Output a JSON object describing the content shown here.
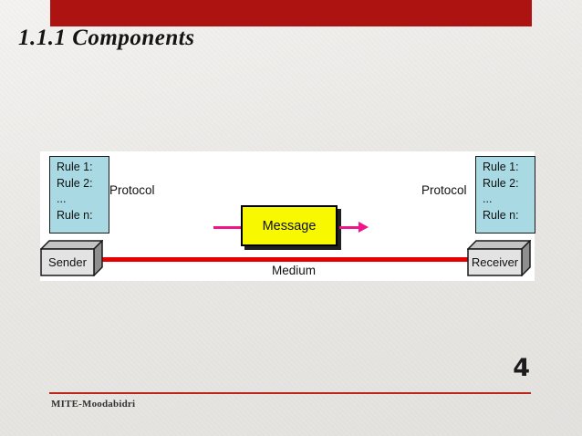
{
  "slide": {
    "title": "1.1.1 Components",
    "page_number": "4",
    "footer_text": "MITE-Moodabidri"
  },
  "diagram": {
    "protocol_left": "Protocol",
    "protocol_right": "Protocol",
    "rules": [
      "Rule 1:",
      "Rule 2:",
      "...",
      "Rule n:"
    ],
    "sender_label": "Sender",
    "receiver_label": "Receiver",
    "message_label": "Message",
    "medium_label": "Medium"
  },
  "colors": {
    "top_bar": "#ad1310",
    "footer_line": "#b9261b",
    "medium_line": "#e80000",
    "arrow": "#ef158b",
    "rules_box_fill": "#a9dae4",
    "message_fill": "#f8f800",
    "box_front": "#e3e3e3",
    "box_top": "#c4c4c4",
    "box_side": "#8f8f8f"
  }
}
